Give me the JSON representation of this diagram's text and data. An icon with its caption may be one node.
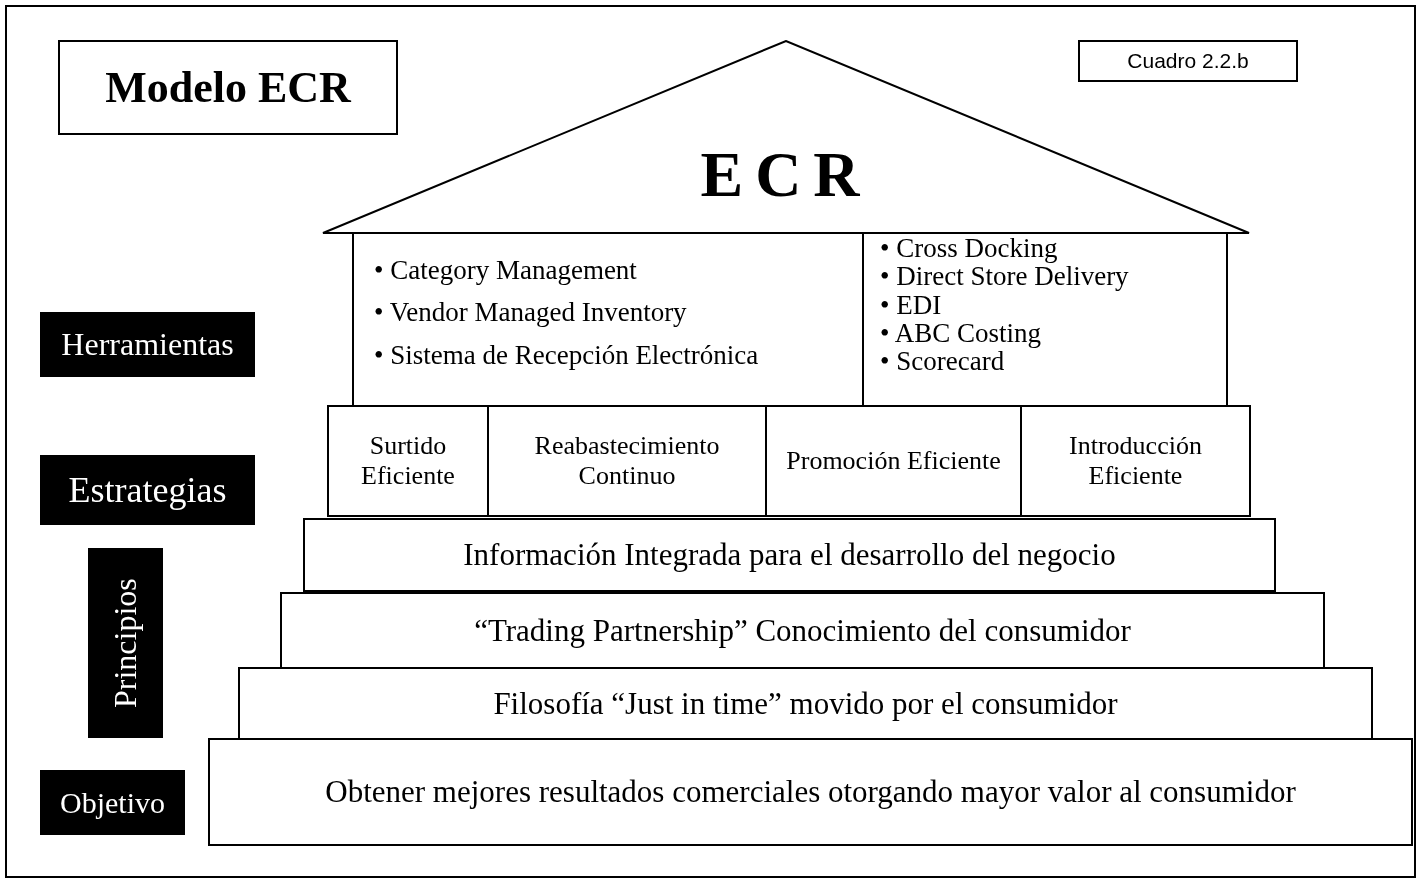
{
  "diagram": {
    "nodes": [
      {
        "text": [
          "Modelo ECR"
        ]
      },
      {
        "text": [
          "Cuadro 2.2.b"
        ]
      },
      {
        "text": [
          "ECR"
        ]
      },
      {
        "text": [
          "Herramientas"
        ]
      },
      {
        "text": [
          "• Category Management",
          "• Vendor Managed Inventory",
          "• Sistema de Recepción Electrónica"
        ]
      },
      {
        "text": [
          "• Cross Docking",
          "• Direct Store Delivery",
          "• EDI",
          "• ABC Costing",
          "• Scorecard"
        ]
      },
      {
        "text": [
          "Estrategias"
        ]
      },
      {
        "text": [
          "Surtido Eficiente"
        ]
      },
      {
        "text": [
          "Reabastecimiento Continuo"
        ]
      },
      {
        "text": [
          "Promoción Eficiente"
        ]
      },
      {
        "text": [
          "Introducción Eficiente"
        ]
      },
      {
        "text": [
          "Principios"
        ]
      },
      {
        "text": [
          "Información Integrada para el desarrollo del negocio"
        ]
      },
      {
        "text": [
          "“Trading Partnership” Conocimiento del consumidor"
        ]
      },
      {
        "text": [
          "Filosofía “Just in time” movido por el consumidor"
        ]
      },
      {
        "text": [
          "Objetivo"
        ]
      },
      {
        "text": [
          "Obtener mejores resultados comerciales otorgando mayor valor al consumidor"
        ]
      }
    ]
  }
}
